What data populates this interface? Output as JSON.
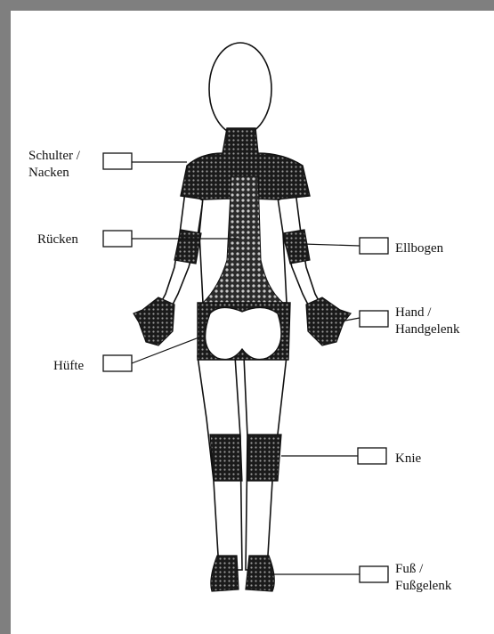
{
  "labels": {
    "shoulder": [
      "Schulter /",
      "Nacken"
    ],
    "back": "Rücken",
    "hip": "Hüfte",
    "elbow": "Ellbogen",
    "hand": [
      "Hand /",
      "Handgelenk"
    ],
    "knee": "Knie",
    "foot": [
      "Fuß /",
      "Fußgelenk"
    ]
  }
}
